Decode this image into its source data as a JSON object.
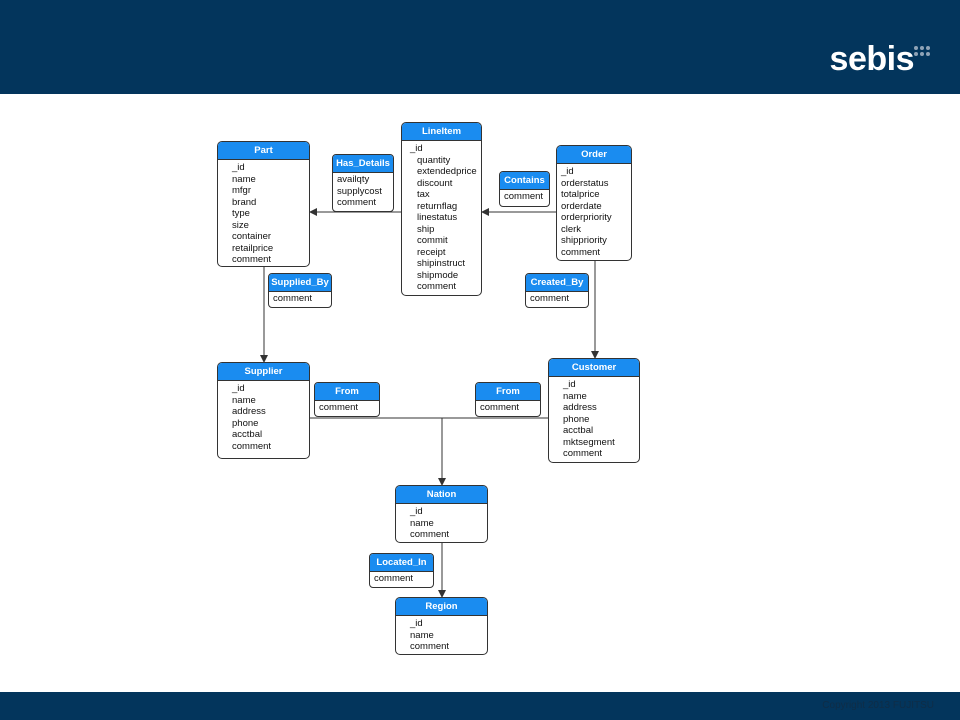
{
  "header": {
    "logo": "sebis"
  },
  "footer": {
    "copyright": "Copyright 2013 FUJITSU"
  },
  "diagram": {
    "entities": {
      "part": {
        "title": "Part",
        "fields": [
          "_id",
          "name",
          "mfgr",
          "brand",
          "type",
          "size",
          "container",
          "retailprice",
          "comment"
        ]
      },
      "lineitem": {
        "title": "LineItem",
        "fields": [
          "_id",
          "quantity",
          "extendedprice",
          "discount",
          "tax",
          "returnflag",
          "linestatus",
          "ship",
          "commit",
          "receipt",
          "shipinstruct",
          "shipmode",
          "comment"
        ]
      },
      "order": {
        "title": "Order",
        "fields": [
          "_id",
          "orderstatus",
          "totalprice",
          "orderdate",
          "orderpriority",
          "clerk",
          "shippriority",
          "comment"
        ]
      },
      "supplier": {
        "title": "Supplier",
        "fields": [
          "_id",
          "name",
          "address",
          "phone",
          "acctbal",
          "comment"
        ]
      },
      "customer": {
        "title": "Customer",
        "fields": [
          "_id",
          "name",
          "address",
          "phone",
          "acctbal",
          "mktsegment",
          "comment"
        ]
      },
      "nation": {
        "title": "Nation",
        "fields": [
          "_id",
          "name",
          "comment"
        ]
      },
      "region": {
        "title": "Region",
        "fields": [
          "_id",
          "name",
          "comment"
        ]
      }
    },
    "relationships": {
      "has_details": {
        "title": "Has_Details",
        "fields": [
          "availqty",
          "supplycost",
          "comment"
        ]
      },
      "contains": {
        "title": "Contains",
        "fields": [
          "comment"
        ]
      },
      "supplied_by": {
        "title": "Supplied_By",
        "fields": [
          "comment"
        ]
      },
      "created_by": {
        "title": "Created_By",
        "fields": [
          "comment"
        ]
      },
      "from_supplier": {
        "title": "From",
        "fields": [
          "comment"
        ]
      },
      "from_customer": {
        "title": "From",
        "fields": [
          "comment"
        ]
      },
      "located_in": {
        "title": "Located_In",
        "fields": [
          "comment"
        ]
      }
    }
  }
}
